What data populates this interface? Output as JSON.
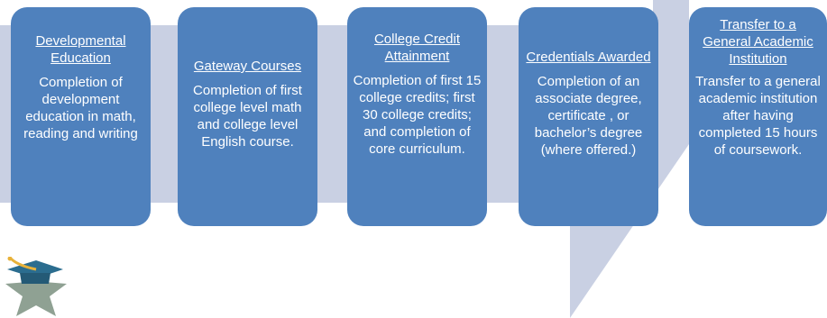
{
  "steps": [
    {
      "title": "Developmental Education",
      "body": "Completion of development education in math, reading and writing"
    },
    {
      "title": "Gateway Courses",
      "body": "Completion of first college level math and college level English course."
    },
    {
      "title": "College Credit Attainment",
      "body": "Completion of first 15 college credits; first 30 college credits; and  completion of core curriculum."
    },
    {
      "title": "Credentials Awarded",
      "body": "Completion of an associate degree, certificate , or bachelor’s degree (where offered.)"
    },
    {
      "title": "Transfer to a General Academic Institution",
      "body": "Transfer to a general academic institution after having completed 15 hours of coursework."
    }
  ],
  "colors": {
    "card": "#4f81bd",
    "arrow": "#c9d0e3",
    "card_text": "#ffffff",
    "logo_star": "#8fa193",
    "logo_cap": "#2b6d8f",
    "logo_tassel": "#e8b23a"
  },
  "logo": {
    "icon": "graduation-cap-star-icon"
  }
}
